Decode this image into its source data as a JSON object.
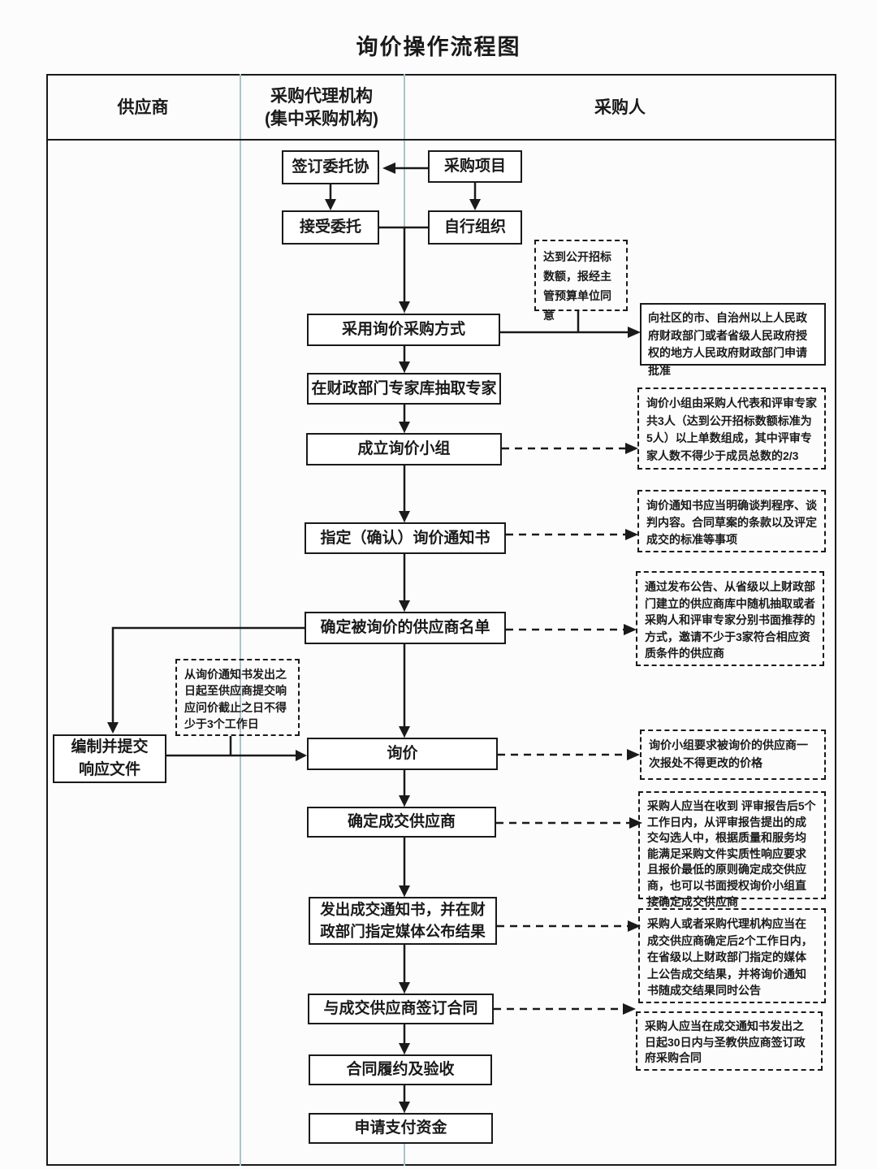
{
  "title": "询价操作流程图",
  "colors": {
    "ink": "#1a1a1a",
    "column_divider": "#a9c3cd",
    "background": "#fcfcfc"
  },
  "columns": {
    "supplier": "供应商",
    "agency_line1": "采购代理机构",
    "agency_line2": "(集中采购机构)",
    "purchaser": "采购人"
  },
  "process": {
    "sign_agreement": "签订委托协",
    "procurement_project": "采购项目",
    "accept_entrustment": "接受委托",
    "self_organize": "自行组织",
    "adopt_inquiry_method": "采用询价采购方式",
    "draw_experts": "在财政部门专家库抽取专家",
    "form_inquiry_team": "成立询价小组",
    "designate_notice": "指定（确认）询价通知书",
    "determine_supplier_list": "确定被询价的供应商名单",
    "inquiry": "询价",
    "determine_winning_supplier": "确定成交供应商",
    "issue_notice_publish": "发出成交通知书，并在财政部门指定媒体公布结果",
    "sign_contract": "与成交供应商签订合同",
    "contract_performance": "合同履约及验收",
    "apply_payment": "申请支付资金",
    "prepare_submit_response_line1": "编制并提交",
    "prepare_submit_response_line2": "响应文件"
  },
  "annotations": {
    "tender_threshold": "达到公开招标数额，报经主管预算单位同意",
    "apply_approval": "向社区的市、自治州以上人民政府财政部门或者省级人民政府授权的地方人民政府财政部门申请批准",
    "team_composition": "询价小组由采购人代表和评审专家共3人（达到公开招标数额标准为5人）以上单数组成，其中评审专家人数不得少于成员总数的2/3",
    "notice_content": "询价通知书应当明确谈判程序、谈判内容。合同草案的条款以及评定成交的标准等事项",
    "supplier_selection": "通过发布公告、从省级以上财政部门建立的供应商库中随机抽取或者采购人和评审专家分别书面推荐的方式，邀请不少于3家符合相应资质条件的供应商",
    "response_deadline": "从询价通知书发出之日起至供应商提交响应问价截止之日不得少于3个工作日",
    "one_quote": "询价小组要求被询价的供应商一次报处不得更改的价格",
    "winner_determination": "采购人应当在收到 评审报告后5个工作日内，从评审报告提出的成交勾选人中，根据质量和服务均能满足采购文件实质性响应要求且报价最低的原则确定成交供应商，也可以书面授权询价小组直接确定成交供应商",
    "result_announcement": "采购人或者采购代理机构应当在成交供应商确定后2个工作日内，在省级以上财政部门指定的媒体上公告成交结果，并将询价通知书随成交结果同时公告",
    "contract_deadline": "采购人应当在成交通知书发出之日起30日内与圣教供应商签订政府采购合同"
  }
}
